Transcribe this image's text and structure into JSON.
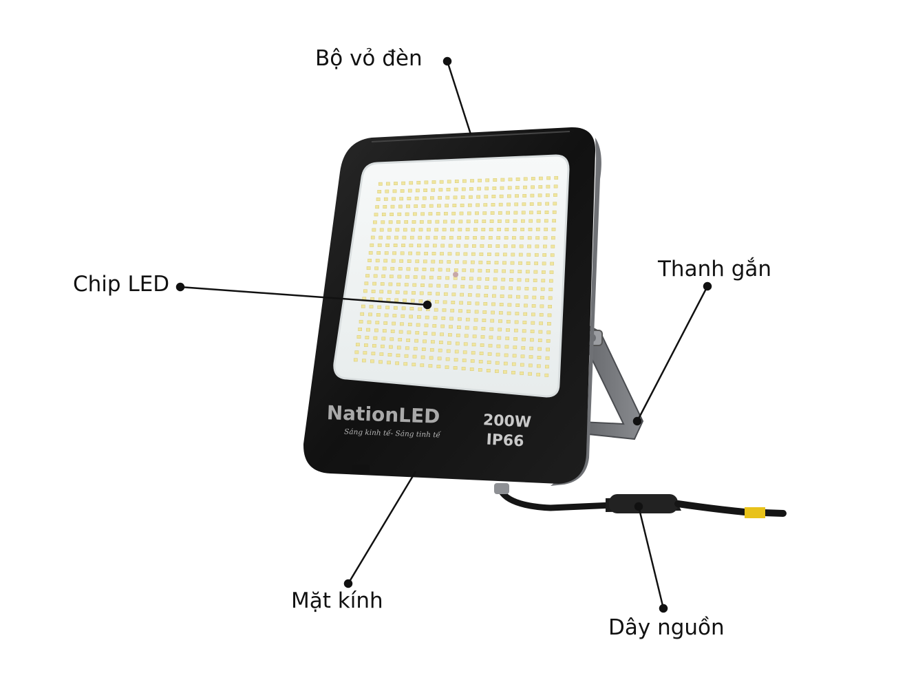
{
  "product": {
    "brand": "NationLED",
    "slogan": "Sáng kinh tế- Sáng tinh tế",
    "power": "200W",
    "rating": "IP66"
  },
  "callouts": {
    "housing": "Bộ vỏ đèn",
    "chip": "Chip LED",
    "bracket": "Thanh gắn",
    "glass": "Mặt kính",
    "cable": "Dây nguồn"
  },
  "colors": {
    "housing": "#151515",
    "panel": "#f1f4f4",
    "led": "#f0e6a0",
    "bracket": "#6d6f73",
    "cable": "#1a1a1a",
    "cable_tape": "#e8c21a",
    "brand_text": "#a9a9a9",
    "line": "#111111"
  }
}
